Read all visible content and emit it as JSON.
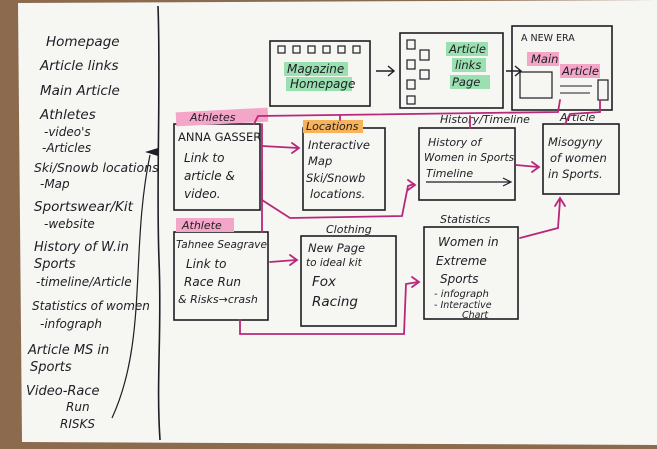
{
  "sidebar": {
    "items": [
      "Homepage",
      "Article links",
      "Main Article",
      "Athletes",
      "-video's",
      "-Articles",
      "Ski/Snowb locations",
      "-Map",
      "Sportswear/Kit",
      "-website",
      "History of W.in",
      "Sports",
      "-timeline/Article",
      "Statistics of women",
      "-infograph",
      "Article MS in",
      "Sports",
      "Video-Race",
      "Run",
      "RISKS"
    ]
  },
  "pages": {
    "homepage": {
      "line1": "Magazine",
      "line2": "Homepage"
    },
    "article_links": {
      "line1": "Article",
      "line2": "links",
      "line3": "Page"
    },
    "main_article": {
      "header": "A NEW ERA",
      "line1": "Main",
      "line2": "Article"
    }
  },
  "boxes": {
    "athlete1": {
      "tag": "Athletes",
      "lines": [
        "ANNA GASSER",
        "Link to",
        "article &",
        "video."
      ]
    },
    "locations": {
      "tag": "Locations",
      "lines": [
        "Interactive",
        "Map",
        "Ski/Snowb",
        "locations."
      ]
    },
    "history": {
      "tag": "History/Timeline",
      "lines": [
        "History of",
        "Women in Sports",
        "Timeline"
      ]
    },
    "misogyny": {
      "tag": "Article",
      "lines": [
        "Misogyny",
        "of women",
        "in Sports."
      ]
    },
    "athlete2": {
      "tag": "Athlete",
      "lines": [
        "Tahnee Seagrave",
        "Link to",
        "Race Run",
        "& Risks→crash"
      ]
    },
    "clothing": {
      "tag": "Clothing",
      "lines": [
        "New Page",
        "to ideal kit",
        "Fox",
        "Racing"
      ]
    },
    "statistics": {
      "tag": "Statistics",
      "lines": [
        "Women in",
        "Extreme",
        "Sports",
        "- infograph",
        "- Interactive",
        "Chart"
      ]
    }
  },
  "colors": {
    "paper": "#f6f6f3",
    "ink": "#1e1e24",
    "pink_arrow": "#b8287a",
    "green_highlight": "#9be0b0",
    "pink_highlight": "#f4a6c8",
    "orange_highlight": "#f7b35a",
    "wood": "#8b6a4e"
  }
}
